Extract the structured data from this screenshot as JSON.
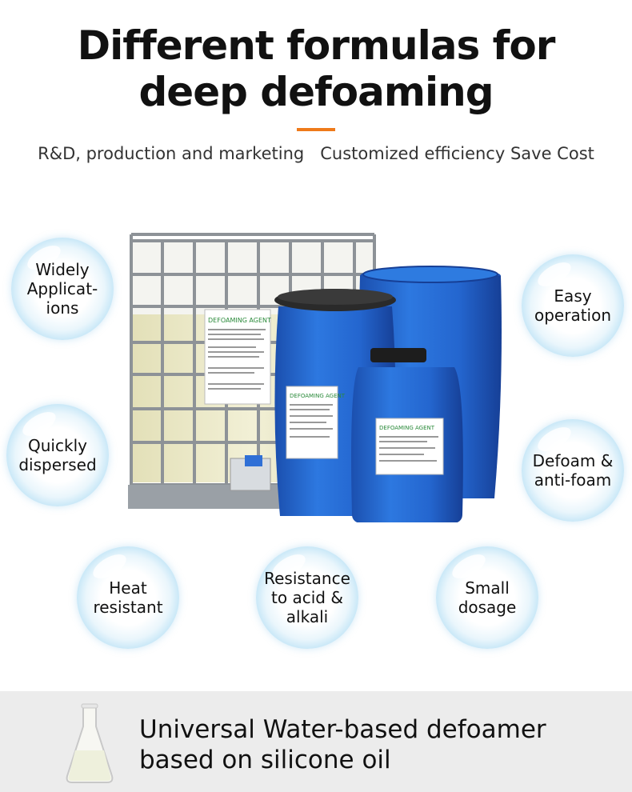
{
  "header": {
    "title_line1": "Different formulas for",
    "title_line2": "deep defoaming",
    "subtitle": "R&D, production and marketing   Customized efficiency Save Cost",
    "accent_color": "#ef7a1a"
  },
  "features": {
    "widely": [
      "Widely",
      "Applicat-",
      "ions"
    ],
    "quickly": [
      "Quickly",
      "dispersed"
    ],
    "easy": [
      "Easy",
      "operation"
    ],
    "defoam": [
      "Defoam &",
      "anti-foam"
    ],
    "heat": [
      "Heat",
      "resistant"
    ],
    "resistance": [
      "Resistance",
      "to acid &",
      "alkali"
    ],
    "small": [
      "Small",
      "dosage"
    ]
  },
  "labels": {
    "ibc": "DEFOAMING AGENT",
    "drum": "DEFOAMING AGENT",
    "jerrycan": "DEFOAMING AGENT"
  },
  "footer": {
    "text": "Universal Water-based defoamer based on silicone oil"
  },
  "colors": {
    "drum_blue": "#1f63c9",
    "bubble_edge": "#7cc6ec",
    "footer_bg": "#ececec"
  }
}
